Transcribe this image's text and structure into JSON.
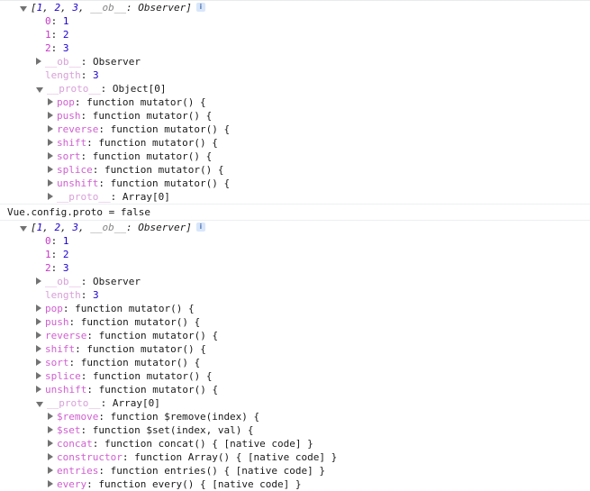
{
  "colors": {
    "background": "#ffffff",
    "text": "#1a1a1a",
    "key_enumerable": "#c838c8",
    "key_property": "#d060d0",
    "key_dimmed": "#d9a0d9",
    "number": "#1c00cf",
    "triangle": "#727272",
    "divider": "#eceff1",
    "info_badge_bg": "#d8e6fb",
    "info_badge_fg": "#5b7fb5"
  },
  "icons": {
    "triangle_open": "disclosure-triangle-open-icon",
    "triangle_closed": "disclosure-triangle-closed-icon",
    "info": "info-icon",
    "info_glyph": "i"
  },
  "blocks": [
    {
      "id": "first-logged-array",
      "header": {
        "open_bracket": "[",
        "items": [
          "1",
          "2",
          "3"
        ],
        "separator": ", ",
        "observer_key": "__ob__",
        "observer_value": "Observer",
        "close_bracket": "]",
        "badge": "i"
      },
      "rows": [
        {
          "depth": 1,
          "tri": "none",
          "key": "0",
          "keyclass": "key-idx",
          "value": "1",
          "valclass": "num"
        },
        {
          "depth": 1,
          "tri": "none",
          "key": "1",
          "keyclass": "key-idx",
          "value": "2",
          "valclass": "num"
        },
        {
          "depth": 1,
          "tri": "none",
          "key": "2",
          "keyclass": "key-idx",
          "value": "3",
          "valclass": "num"
        },
        {
          "depth": 1,
          "tri": "closed",
          "key": "__ob__",
          "keyclass": "key-dim",
          "value": "Observer",
          "valclass": "plainTxt"
        },
        {
          "depth": 1,
          "tri": "none",
          "key": "length",
          "keyclass": "key-dim",
          "value": "3",
          "valclass": "num"
        },
        {
          "depth": 1,
          "tri": "open",
          "key": "__proto__",
          "keyclass": "key-dim",
          "value": "Object[0]",
          "valclass": "plainTxt"
        },
        {
          "depth": 2,
          "tri": "closed",
          "key": "pop",
          "keyclass": "key-prop",
          "value": "function mutator() {",
          "valclass": "plainTxt"
        },
        {
          "depth": 2,
          "tri": "closed",
          "key": "push",
          "keyclass": "key-prop",
          "value": "function mutator() {",
          "valclass": "plainTxt"
        },
        {
          "depth": 2,
          "tri": "closed",
          "key": "reverse",
          "keyclass": "key-prop",
          "value": "function mutator() {",
          "valclass": "plainTxt"
        },
        {
          "depth": 2,
          "tri": "closed",
          "key": "shift",
          "keyclass": "key-prop",
          "value": "function mutator() {",
          "valclass": "plainTxt"
        },
        {
          "depth": 2,
          "tri": "closed",
          "key": "sort",
          "keyclass": "key-prop",
          "value": "function mutator() {",
          "valclass": "plainTxt"
        },
        {
          "depth": 2,
          "tri": "closed",
          "key": "splice",
          "keyclass": "key-prop",
          "value": "function mutator() {",
          "valclass": "plainTxt"
        },
        {
          "depth": 2,
          "tri": "closed",
          "key": "unshift",
          "keyclass": "key-prop",
          "value": "function mutator() {",
          "valclass": "plainTxt"
        },
        {
          "depth": 2,
          "tri": "closed",
          "key": "__proto__",
          "keyclass": "key-dim",
          "value": "Array[0]",
          "valclass": "plainTxt"
        }
      ]
    }
  ],
  "divider_message": "Vue.config.proto = false",
  "second_block": {
    "id": "second-logged-array",
    "header": {
      "open_bracket": "[",
      "items": [
        "1",
        "2",
        "3"
      ],
      "separator": ", ",
      "observer_key": "__ob__",
      "observer_value": "Observer",
      "close_bracket": "]",
      "badge": "i"
    },
    "rows": [
      {
        "depth": 1,
        "tri": "none",
        "key": "0",
        "keyclass": "key-idx",
        "value": "1",
        "valclass": "num"
      },
      {
        "depth": 1,
        "tri": "none",
        "key": "1",
        "keyclass": "key-idx",
        "value": "2",
        "valclass": "num"
      },
      {
        "depth": 1,
        "tri": "none",
        "key": "2",
        "keyclass": "key-idx",
        "value": "3",
        "valclass": "num"
      },
      {
        "depth": 1,
        "tri": "closed",
        "key": "__ob__",
        "keyclass": "key-dim",
        "value": "Observer",
        "valclass": "plainTxt"
      },
      {
        "depth": 1,
        "tri": "none",
        "key": "length",
        "keyclass": "key-dim",
        "value": "3",
        "valclass": "num"
      },
      {
        "depth": 1,
        "tri": "closed",
        "key": "pop",
        "keyclass": "key-prop",
        "value": "function mutator() {",
        "valclass": "plainTxt"
      },
      {
        "depth": 1,
        "tri": "closed",
        "key": "push",
        "keyclass": "key-prop",
        "value": "function mutator() {",
        "valclass": "plainTxt"
      },
      {
        "depth": 1,
        "tri": "closed",
        "key": "reverse",
        "keyclass": "key-prop",
        "value": "function mutator() {",
        "valclass": "plainTxt"
      },
      {
        "depth": 1,
        "tri": "closed",
        "key": "shift",
        "keyclass": "key-prop",
        "value": "function mutator() {",
        "valclass": "plainTxt"
      },
      {
        "depth": 1,
        "tri": "closed",
        "key": "sort",
        "keyclass": "key-prop",
        "value": "function mutator() {",
        "valclass": "plainTxt"
      },
      {
        "depth": 1,
        "tri": "closed",
        "key": "splice",
        "keyclass": "key-prop",
        "value": "function mutator() {",
        "valclass": "plainTxt"
      },
      {
        "depth": 1,
        "tri": "closed",
        "key": "unshift",
        "keyclass": "key-prop",
        "value": "function mutator() {",
        "valclass": "plainTxt"
      },
      {
        "depth": 1,
        "tri": "open",
        "key": "__proto__",
        "keyclass": "key-dim",
        "value": "Array[0]",
        "valclass": "plainTxt"
      },
      {
        "depth": 2,
        "tri": "closed",
        "key": "$remove",
        "keyclass": "key-prop",
        "value": "function $remove(index) {",
        "valclass": "plainTxt"
      },
      {
        "depth": 2,
        "tri": "closed",
        "key": "$set",
        "keyclass": "key-prop",
        "value": "function $set(index, val) {",
        "valclass": "plainTxt"
      },
      {
        "depth": 2,
        "tri": "closed",
        "key": "concat",
        "keyclass": "key-prop",
        "value": "function concat() { [native code] }",
        "valclass": "plainTxt"
      },
      {
        "depth": 2,
        "tri": "closed",
        "key": "constructor",
        "keyclass": "key-prop",
        "value": "function Array() { [native code] }",
        "valclass": "plainTxt"
      },
      {
        "depth": 2,
        "tri": "closed",
        "key": "entries",
        "keyclass": "key-prop",
        "value": "function entries() { [native code] }",
        "valclass": "plainTxt"
      },
      {
        "depth": 2,
        "tri": "closed",
        "key": "every",
        "keyclass": "key-prop",
        "value": "function every() { [native code] }",
        "valclass": "plainTxt"
      }
    ]
  }
}
